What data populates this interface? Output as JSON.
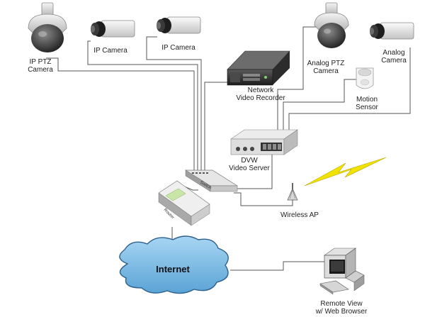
{
  "devices": {
    "ip_ptz_camera": {
      "line1": "IP PTZ",
      "line2": "Camera"
    },
    "ip_camera_1": {
      "label": "IP Camera"
    },
    "ip_camera_2": {
      "label": "IP Camera"
    },
    "nvr": {
      "line1": "Network",
      "line2": "Video Recorder"
    },
    "analog_ptz_camera": {
      "line1": "Analog PTZ",
      "line2": "Camera"
    },
    "analog_camera": {
      "line1": "Analog",
      "line2": "Camera"
    },
    "motion_sensor": {
      "line1": "Motion",
      "line2": "Sensor"
    },
    "video_server": {
      "line1": "DVW",
      "line2": "Video Server"
    },
    "switch": {
      "label": "Switch"
    },
    "router": {
      "label": "Router"
    },
    "wireless_ap": {
      "label": "Wireless AP"
    },
    "internet": {
      "label": "Internet"
    },
    "remote_view": {
      "line1": "Remote View",
      "line2": "w/ Web Browser"
    }
  },
  "colors": {
    "cloud_fill": "#8ec6ea",
    "cloud_stroke": "#2c5f8a",
    "lightning": "#f2e200",
    "router_accent": "#c8e6a8",
    "wire": "#555555"
  },
  "icons": [
    "dome-camera-icon",
    "box-camera-icon",
    "server-rack-icon",
    "motion-sensor-icon",
    "video-server-icon",
    "network-switch-icon",
    "router-icon",
    "antenna-icon",
    "lightning-icon",
    "cloud-icon",
    "desktop-computer-icon"
  ]
}
